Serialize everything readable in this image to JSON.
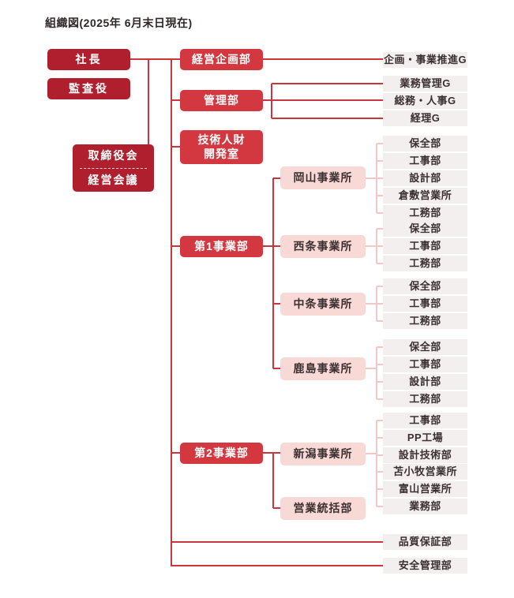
{
  "title": "組織図(2025年 6月末日現在)",
  "colors": {
    "dark-red": "#b01f2d",
    "bright-red": "#d33840",
    "pink-bg": "#f9d9d6",
    "gray-bg": "#f2efee",
    "line-red": "#c9363d",
    "line-pink": "#f0c9c6",
    "text-dark": "#3b3031",
    "text-white": "#ffffff"
  },
  "executive": {
    "president": "社長",
    "auditor": "監査役",
    "board": "取締役会",
    "management_meeting": "経営会議"
  },
  "departments": {
    "corporate_planning": "経営企画部",
    "administration": "管理部",
    "tech_hr_line1": "技術人財",
    "tech_hr_line2": "開発室",
    "division1": "第1事業部",
    "division2": "第2事業部",
    "quality_assurance": "品質保証部",
    "safety_management": "安全管理部"
  },
  "offices": {
    "okayama": "岡山事業所",
    "saijo": "西条事業所",
    "nakajo": "中条事業所",
    "kashima": "鹿島事業所",
    "niigata": "新潟事業所",
    "sales_supervision": "営業統括部"
  },
  "groups": {
    "planning_promotion": "企画・事業推進G",
    "administration": [
      "業務管理G",
      "総務・人事G",
      "経理G"
    ],
    "okayama": [
      "保全部",
      "工事部",
      "設計部",
      "倉敷営業所",
      "工務部"
    ],
    "saijo": [
      "保全部",
      "工事部",
      "工務部"
    ],
    "nakajo": [
      "保全部",
      "工事部",
      "工務部"
    ],
    "kashima": [
      "保全部",
      "工事部",
      "設計部",
      "工務部"
    ],
    "niigata": [
      "工事部",
      "PP工場",
      "設計技術部",
      "苫小牧営業所",
      "富山営業所",
      "業務部"
    ]
  }
}
